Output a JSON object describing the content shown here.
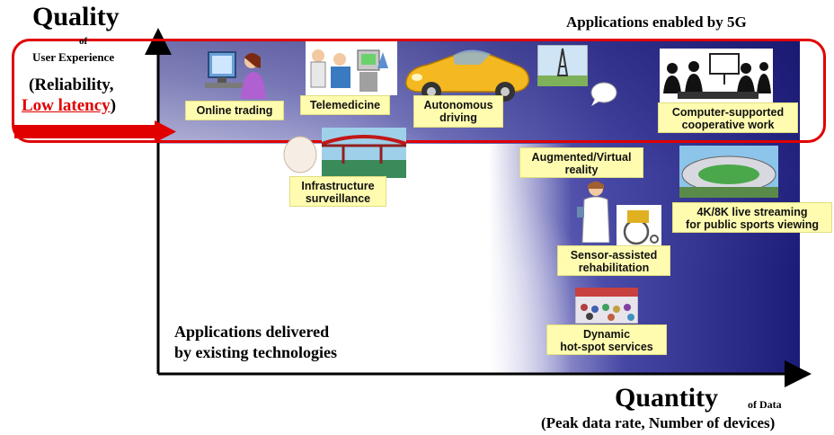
{
  "y_axis": {
    "title": "Quality",
    "of": "of",
    "sub": "User Experience",
    "paren_open": "(Reliability,",
    "latency": "Low latency",
    "paren_close": ")"
  },
  "x_axis": {
    "title": "Quantity",
    "of": "of Data",
    "sub": "(Peak data rate, Number of devices)"
  },
  "header": "Applications enabled by 5G",
  "existing": "Applications delivered\nby existing technologies",
  "apps": {
    "online_trading": "Online trading",
    "telemedicine": "Telemedicine",
    "autonomous": "Autonomous\ndriving",
    "cscw": "Computer-supported\ncooperative work",
    "infrastructure": "Infrastructure\nsurveillance",
    "arvr": "Augmented/Virtual\nreality",
    "streaming": "4K/8K live streaming\nfor public sports viewing",
    "rehab": "Sensor-assisted\nrehabilitation",
    "hotspot": "Dynamic\nhot-spot services"
  },
  "colors": {
    "highlight": "#e00000",
    "label_bg": "#fffcb0",
    "latency_text": "#e00000",
    "navy": "#1b1b78"
  },
  "icons": [
    "trader-icon",
    "doctor-icon",
    "car-icon",
    "eiffel-tower-icon",
    "speech-bubble-icon",
    "meeting-icon",
    "bridge-icon",
    "stadium-icon",
    "nurse-icon",
    "wheelchair-icon",
    "crowd-icon"
  ]
}
